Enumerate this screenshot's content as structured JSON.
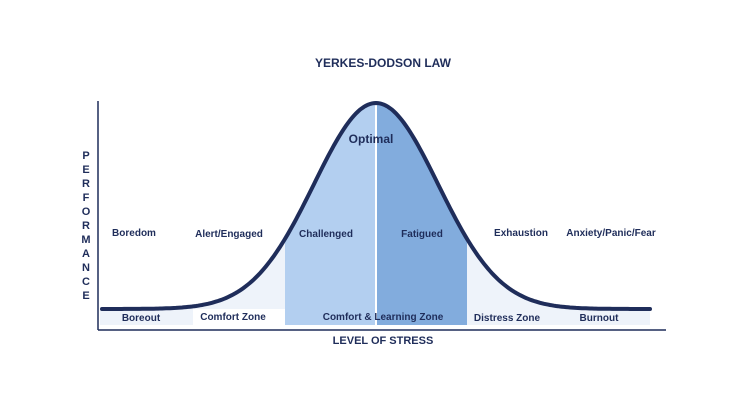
{
  "title": "YERKES-DODSON LAW",
  "x_axis_label": "LEVEL OF STRESS",
  "y_axis_label": "PERFORMANCE",
  "peak_label": "Optimal",
  "curve_labels": [
    "Boredom",
    "Alert/Engaged",
    "Challenged",
    "Fatigued",
    "Exhaustion",
    "Anxiety/Panic/Fear"
  ],
  "zone_labels": [
    "Boreout",
    "Comfort Zone",
    "Comfort & Learning Zone",
    "Distress Zone",
    "Burnout"
  ],
  "colors": {
    "curve": "#1f2d5a",
    "text": "#1f2d5a",
    "boreout_fill": "#eef3fa",
    "comfort_fill": "#eef3fa",
    "challenged_fill": "#b3cff0",
    "fatigued_fill": "#82acdd",
    "distress_fill": "#eef3fa",
    "burnout_fill": "#eef3fa"
  }
}
